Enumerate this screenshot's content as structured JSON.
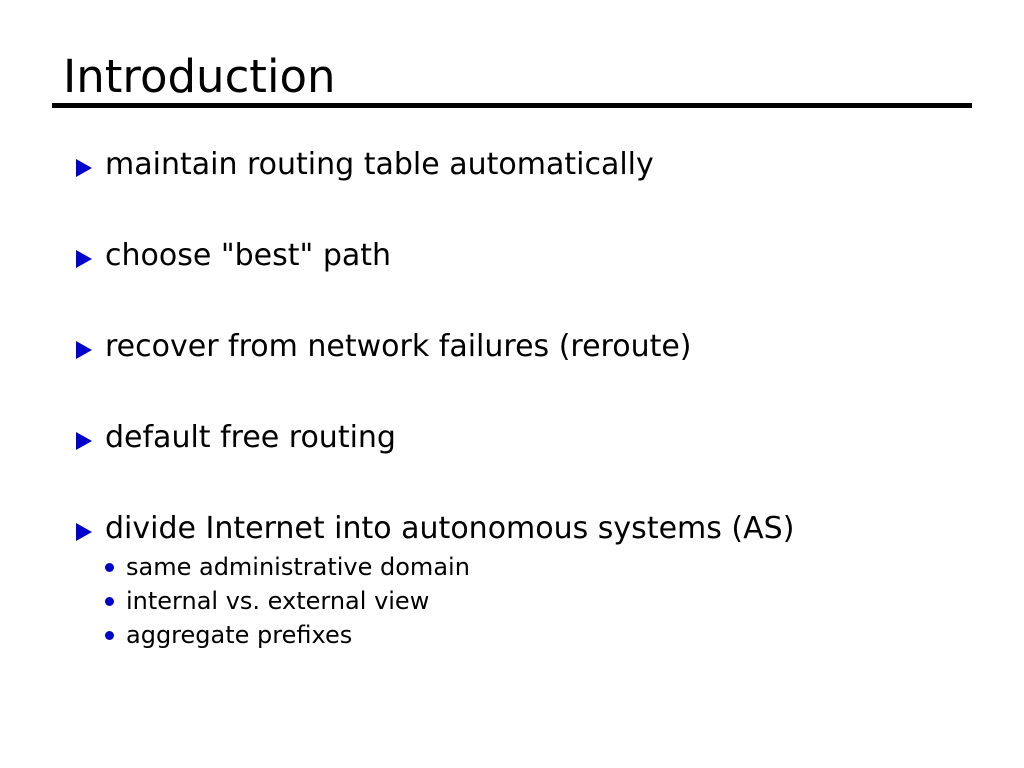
{
  "slide": {
    "title": "Introduction",
    "accent_color": "#0000CC",
    "text_color": "#000000",
    "background_color": "#FFFFFF",
    "bullets": [
      {
        "level": 1,
        "marker": "triangle-right-bullet",
        "text": "maintain routing table automatically"
      },
      {
        "level": 1,
        "marker": "triangle-right-bullet",
        "text": "choose \"best\" path"
      },
      {
        "level": 1,
        "marker": "triangle-right-bullet",
        "text": "recover from network failures (reroute)"
      },
      {
        "level": 1,
        "marker": "triangle-right-bullet",
        "text": "default free routing"
      },
      {
        "level": 1,
        "marker": "triangle-right-bullet",
        "text": "divide Internet into autonomous systems (AS)",
        "subbullets": [
          {
            "level": 2,
            "marker": "round-dot-bullet",
            "text": "same administrative domain"
          },
          {
            "level": 2,
            "marker": "round-dot-bullet",
            "text": "internal vs. external view"
          },
          {
            "level": 2,
            "marker": "round-dot-bullet",
            "text": "aggregate prefixes"
          }
        ]
      }
    ]
  }
}
